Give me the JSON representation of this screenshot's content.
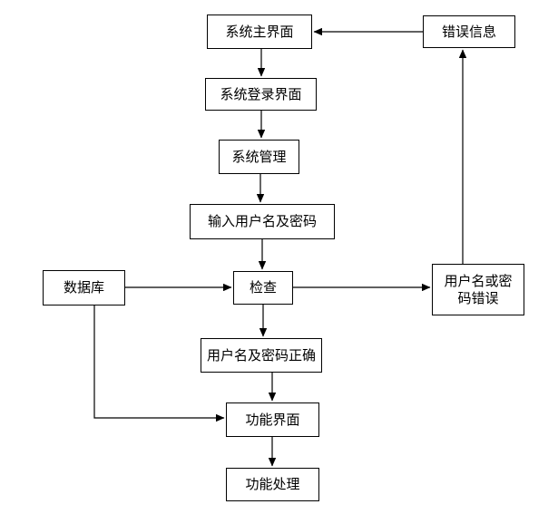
{
  "diagram": {
    "type": "flowchart",
    "background_color": "#ffffff",
    "node_border_color": "#000000",
    "node_fill_color": "#ffffff",
    "text_color": "#000000",
    "line_color": "#000000",
    "nodes": {
      "main_interface": "系统主界面",
      "error_info": "错误信息",
      "login_interface": "系统登录界面",
      "system_management": "系统管理",
      "input_credentials": "输入用户名及密码",
      "database": "数据库",
      "check": "检查",
      "credentials_error": "用户名或密码错误",
      "credentials_correct": "用户名及密码正确",
      "function_interface": "功能界面",
      "function_processing": "功能处理"
    },
    "edges": [
      {
        "from": "系统主界面",
        "to": "系统登录界面"
      },
      {
        "from": "系统登录界面",
        "to": "系统管理"
      },
      {
        "from": "系统管理",
        "to": "输入用户名及密码"
      },
      {
        "from": "输入用户名及密码",
        "to": "检查"
      },
      {
        "from": "数据库",
        "to": "检查"
      },
      {
        "from": "检查",
        "to": "用户名或密码错误"
      },
      {
        "from": "检查",
        "to": "用户名及密码正确"
      },
      {
        "from": "用户名或密码错误",
        "to": "错误信息"
      },
      {
        "from": "错误信息",
        "to": "系统主界面"
      },
      {
        "from": "用户名及密码正确",
        "to": "功能界面"
      },
      {
        "from": "数据库",
        "to": "功能界面"
      },
      {
        "from": "功能界面",
        "to": "功能处理"
      }
    ]
  }
}
